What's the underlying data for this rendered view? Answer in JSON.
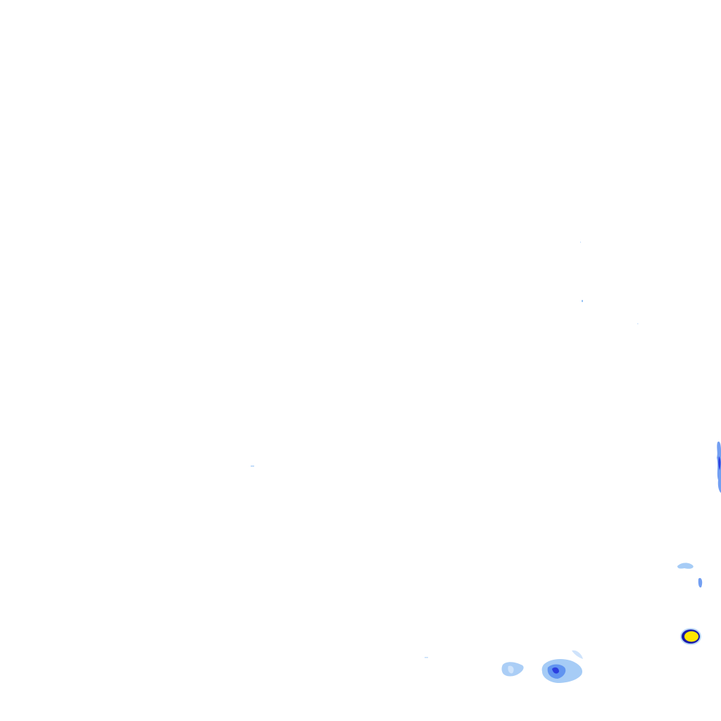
{
  "map": {
    "layer": "precipitation-radar-tile",
    "background_color": "#ffffff",
    "palette": {
      "very_light": "#cfe3fb",
      "light": "#9cc6f5",
      "moderate": "#5a8ef0",
      "heavy": "#2b3fe0",
      "intense_outline": "#1a1aa8",
      "core": "#ffe600"
    },
    "echoes": [
      {
        "intensity": "intense"
      },
      {
        "intensity": "moderate"
      },
      {
        "intensity": "moderate"
      },
      {
        "intensity": "light"
      },
      {
        "intensity": "light"
      },
      {
        "intensity": "light"
      },
      {
        "intensity": "trace"
      },
      {
        "intensity": "trace"
      },
      {
        "intensity": "trace"
      }
    ]
  }
}
